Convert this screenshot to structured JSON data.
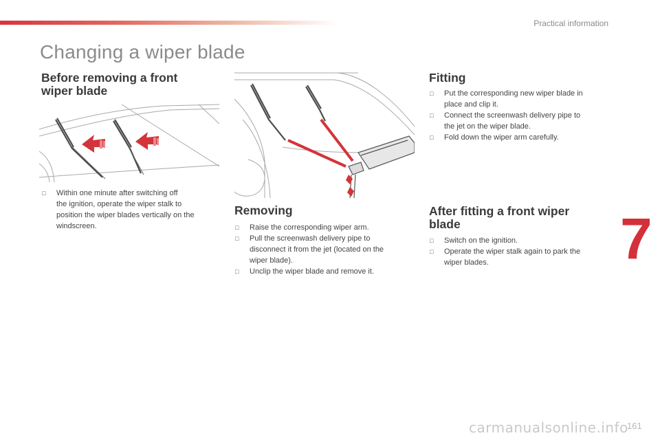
{
  "header": {
    "section_label": "Practical information",
    "accent_color": "#d6353f"
  },
  "page_title": "Changing a wiper blade",
  "sections": {
    "before": {
      "heading_line1": "Before removing a front",
      "heading_line2": "wiper blade",
      "items": [
        {
          "icon": "checkbox-bullet",
          "lines": [
            "Within one minute after switching off",
            "the ignition, operate the wiper stalk to",
            "position the wiper blades vertically on the",
            "windscreen."
          ]
        }
      ]
    },
    "removing": {
      "heading": "Removing",
      "items": [
        {
          "icon": "checkbox-bullet",
          "lines": [
            "Raise the corresponding wiper arm."
          ]
        },
        {
          "icon": "checkbox-bullet",
          "lines": [
            "Pull the screenwash delivery pipe to",
            "disconnect it from the jet (located on the",
            "wiper blade)."
          ]
        },
        {
          "icon": "checkbox-bullet",
          "lines": [
            "Unclip the wiper blade and remove it."
          ]
        }
      ]
    },
    "fitting": {
      "heading": "Fitting",
      "items": [
        {
          "icon": "checkbox-bullet",
          "lines": [
            "Put the corresponding new wiper blade in",
            "place and clip it."
          ]
        },
        {
          "icon": "checkbox-bullet",
          "lines": [
            "Connect the screenwash delivery pipe to",
            "the jet on the wiper blade."
          ]
        },
        {
          "icon": "checkbox-bullet",
          "lines": [
            "Fold down the wiper arm carefully."
          ]
        }
      ]
    },
    "after": {
      "heading_line1": "After fitting a front wiper",
      "heading_line2": "blade",
      "items": [
        {
          "icon": "checkbox-bullet",
          "lines": [
            "Switch on the ignition."
          ]
        },
        {
          "icon": "checkbox-bullet",
          "lines": [
            "Operate the wiper stalk again to park the",
            "wiper blades."
          ]
        }
      ]
    }
  },
  "chapter_number": "7",
  "page_number": "161",
  "watermark": "carmanualsonline.info",
  "colors": {
    "chapter": "#d4303a",
    "arrow": "#d3343c",
    "line": "#9a9a9a"
  }
}
